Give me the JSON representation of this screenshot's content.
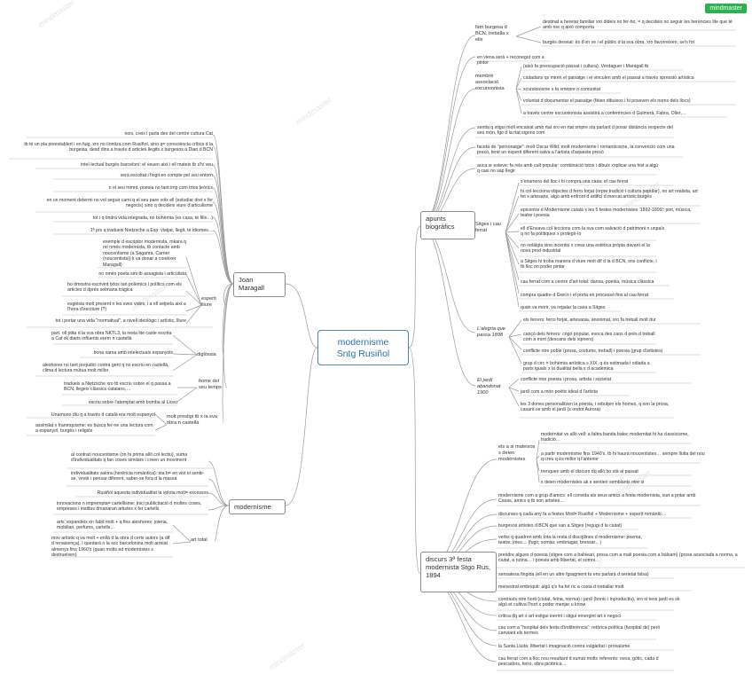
{
  "app": {
    "brand": "mindmaster",
    "watermark": "mindmaster"
  },
  "central": {
    "line1": "modernisme",
    "line2": "Sntg Rusiñol"
  },
  "apunts": {
    "label": "apunts biogràfics",
    "fam": {
      "label": "fam burgesa d BCN, treballa x ells",
      "items": [
        "destinat a heretar familiar xro dideix no fer-ho, = q decideix no seguir les herències lite que té amb risc q això comporta",
        "burgès desviat: és d'on ve i el públic d la sva obra, xro favorreixen, se'n fot"
      ]
    },
    "viena": "en viena serà + reconegut com a pintor",
    "excursionista": {
      "label": "membre associació excursionista",
      "items": [
        "(això fa preocupació passat i cultura), Verdaguer i Maragall tb",
        "ciutadans qs miren el paisatge i el vinculen amb el passat a través xpressió artística",
        "xcursionisme s fa smepre n comunitat",
        "voluntat d documentar el paisatge (fèien dibuixos i hi poseven els noms dels llocs)",
        "a través centre excursionista assistirà a conferències d Guimerà, Fabra, Oller,…"
      ]
    },
    "sentia": "sentia q stigui molt encaixat amb rtat xro en rtat smpre sta parlant d posar distància respecte del seu món, fgo d la rtat sigons com",
    "faceta": "faceta de \"personatge\": molt Oscar Wild, molt modernisme i romanticisme, la convenció com una presó, tenir un esperit diferent salva a l'artista d'aquesta presó",
    "auca": "auca sr esteve: fa rela amb cult popular: combinació txtos i dibuix xxplicar una hist a algú q casi no sap llegir",
    "sitges": {
      "label": "Sitges i cau ferrat",
      "items": [
        "s'enamora del lloc i hi compra una casa: el cau ferrat",
        "hi col·lecciona objectes d ferro forjat (repre tradició i cultura popular), no art realista, art fet x artesans, algo amb enfront d artifici d mercat artístic burgès",
        "epicentre d Modernisme català x les 5 festes modernistes '1892-1899': pint, música, teatre i poesia",
        "ell d'Ensava col·leccions com la sva com salvació d patrimoni n unpaís q no fa polítiques x protegir-lo",
        "no nolàlgia sino incentiu x crear una estètica pròpia davant el la nova prod industrial",
        "a Sitges hi troba manera d viure molt dif d la d BCN, sns conflicte, i tb lloc on poder pintar",
        "cau ferrat com a centre d'art total: dansa, poesia, música clàssica",
        "compra quadre d Greco i el porta en processó fins al cau ferrat",
        "quan va morir, va regalar la casa a Sitges"
      ]
    },
    "alegria": {
      "label": "L'alegria que passa 1898",
      "items": [
        "els ferrers: ferro forjat, artesania, anonimat, xro fa treball molt dur",
        "cançó dels ferrers: cngó popular, evoca des cans d prés d treball com a mort (descans dels xipners)",
        "conflicte ntre poble (prosa, costums, treball) i poesia (grup d'artistes)",
        "grup d circ = bohèmia artística s XIX, q és estimada i odiada a parts iguals x la dualitat bella s d acadèmica"
      ]
    },
    "jardi": {
      "label": "El jardí abandonat 1900",
      "items": [
        "conflicte ntre poesia i prosa, artista i societat",
        "jardí com a món poètic ideal d l'artista",
        "les 3 dones personalitzen la poesia, i rebutjen els homes, q son la prosa, casant-se amb el jardí (s oretot Aurora)"
      ]
    }
  },
  "discurs": {
    "label": "discurs 3ª festa modernista Stgo Rus, 1894",
    "mateixos": {
      "label": "els a si mateixos s deien modernistes",
      "items": [
        "modernitat vs allò vell: a faltra banda batec modernitat hi ha classicisme, tradició…",
        "a partir modernisme fins 1940's, tb hi haurà noucentistes… sempre lluita del nou q creu q és millor q l'anterior",
        "trenquen amb el discurs dq allò bo stà al passat",
        "s deien modernistes ak s sentien semblants ntre si"
      ]
    },
    "items": [
      "modernisme com a grup d'amics: ell convida als seus amics a festa modernista, surt a pntar amb Casas, amics q tb son artistes…",
      "discurses q cada any fa a festes Mod= Rusiñol + Modernisme + esperit romàntic…",
      "burgesos artistes d BCN que van a Sitges (regugi d la ciutat)",
      "verbs q quadren amb tota la resta d disciplines d modernisme: poema, teatre, joies… (fugir, somiar, embriagar, bressar…)",
      "prendre algues d poesia (sitges com a balneari, prosa com a mali poesia com a bàlsam) (prosa associada a norma, a ciutat, a rutina… i poesia amb llibertat, el somni…",
      "sensatesa fingida (ell en un altre fgragment fa ens parlarà d serietat falsa)",
      "menestral embriquit: algú q's ha fet ric a costa d treballar molt",
      "contrasts ntre horti (ciutat, feina, norma) i jardí (bonic i inproductiu), xro si tens jardí es sk algú et cultiva l'hort x poder menjar u know",
      "crítica dq art x art estigui inerint i stigui emergint art x negoci",
      "cau com a \"hospital dels ferits d'indiferència\": retòrica política (hospital de) però canviant els termes",
      "la Santa Lluïta: llibertat i imaginació contra vulgaritat i prosaïsme",
      "cau ferrat com a lloc nou resultant d sumar molts referents: ovoa, gòtic, cada d pescadors, ferro, obra pictòrica…"
    ]
  },
  "maragall": {
    "label": "Joan Maragall",
    "top_items": [
      "nois, creix i parla des del centre cultura Cat",
      "tb té un pla preestablert i en fuig, xro no iïonitza com Rusiñol, sino q= consciència crítica d la burgesia, desd dins a través d articles llegits x burgesos a Diari d BCN",
      "intel·lectual burgès barceloní: el veuen així i ell mateix tb s'hi veu",
      "serà escoltat i fingit en compte pel seu entorn",
      "n el seu mmnt, poesia no tant imp com trtos teòrics",
      "en un moment determi no vol seguir cami q el seu pare volx ell (estudiar dret x fer negocis) sino q decideix viure d'articulisme",
      "tot i q tindrà vida integrada, no bohèmia (es casa, té fills…)",
      "1ª prs q tradueix Nietzsche a Esp: viatjat, llegit, té idiomes…"
    ],
    "esperit": {
      "label": "esperit lliure",
      "items": [
        "exemple d escriptor modernista, mkara q no nmés modernista, tb contacte amb noucentisme (a Saganra, Carner (noucentista)) li va donar a conèixer Maragall)",
        "no nmés poeta sini tb assagista i articulista",
        "ho dmostra escrivint txtos tan polèmics i polítics com els articles d dprés setmana tràgica",
        "església molt present n les sves vides, i a ell selpela així a l'hora d'escriure (?)",
        "tot i portar una vida \"normatival\", a nivell ideològic i artístic, lliure"
      ]
    },
    "diglossia": {
      "label": "diglòssia",
      "items": [
        "part. oll ptita d la sva obra NKTL3, la resta lite caste escrita a Cat xk diaris influents erern n castellà",
        "bona xarxa amb intelectuals espanyols",
        "aleshores no tant prejudici contra gent q no escriu en castellà, clima d lectura mútua molt millor"
      ]
    },
    "home": {
      "label": "home del seu temps",
      "items": [
        "tradueix a Nietzsche xro tb escriu sobre el q passa a BCN, llegeix clàssics catalans,…",
        "escriu sobre l'atemptat amb bomba al Liceu"
      ]
    },
    "prestigi": {
      "label": "molt prestigi tb x la sva obra n castellà",
      "items": [
        "Unamuno diu q a través d català era molt espanyol",
        "assimilat x franmquisme: es busca fer-ne una lectura com a espanyol, burgès i religiós"
      ]
    }
  },
  "modernisme": {
    "label": "modernisme",
    "items": [
      "al contrari noucentisme (on hi prima allò col·lectiu), suma d'individualitats q fan coses similars i creen un moviment",
      "individualitats valora (herència romàntica): sta b= en vist el sentir-se, vestir i pensar diferent, saber-se fora d la massa",
      "Rusiñol aquesta individualitat la vplota molt= excessos",
      "innovacions n imprempta= cartellisme: inici publicitació d moltes coses, empreses i institus dmanaran artistes x fer cartells"
    ],
    "art_total": {
      "label": "art total",
      "items": [
        "arts' expandeix en fabd molt + q fins aleshores: joieria, mobiliari, perfums, cartells…",
        "mov artístic q va molt + enllà d la obra d certs autors (a dif d renaixença), i quedarà n la soc barcelonina molt arrelat almenys fins 1960's (quan molts ed modernistes s destrueixen)"
      ]
    }
  }
}
